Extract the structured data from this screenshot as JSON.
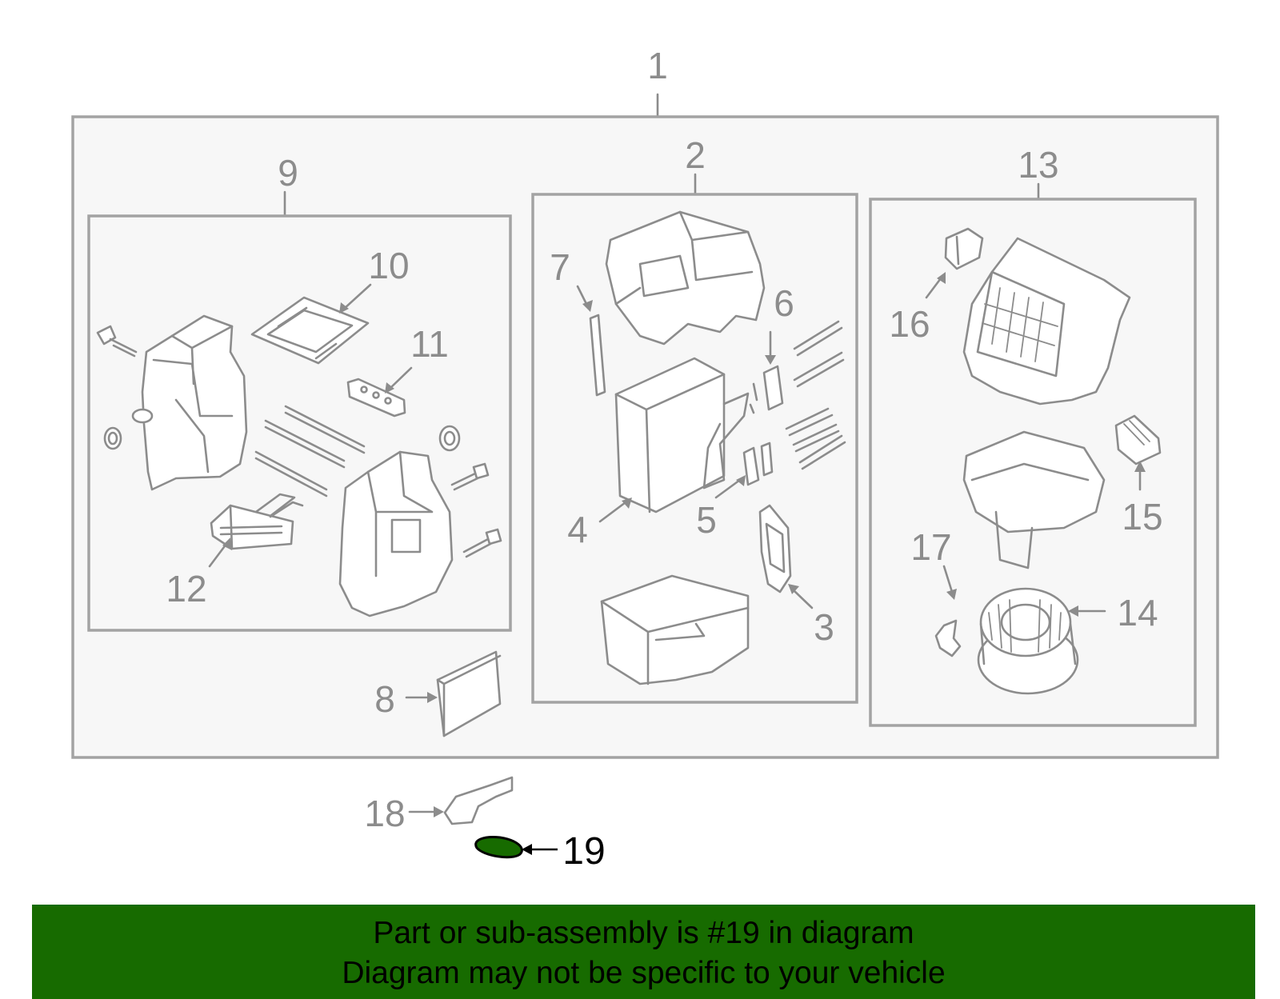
{
  "callouts": {
    "c1": "1",
    "c2": "2",
    "c3": "3",
    "c4": "4",
    "c5": "5",
    "c6": "6",
    "c7": "7",
    "c8": "8",
    "c9": "9",
    "c10": "10",
    "c11": "11",
    "c12": "12",
    "c13": "13",
    "c14": "14",
    "c15": "15",
    "c16": "16",
    "c17": "17",
    "c18": "18",
    "c19": "19"
  },
  "highlight": {
    "part": "19",
    "color": "#176b00"
  },
  "banner": {
    "line1": "Part or sub-assembly is #19 in diagram",
    "line2": "Diagram may not be specific to your vehicle",
    "background": "#176b00"
  }
}
